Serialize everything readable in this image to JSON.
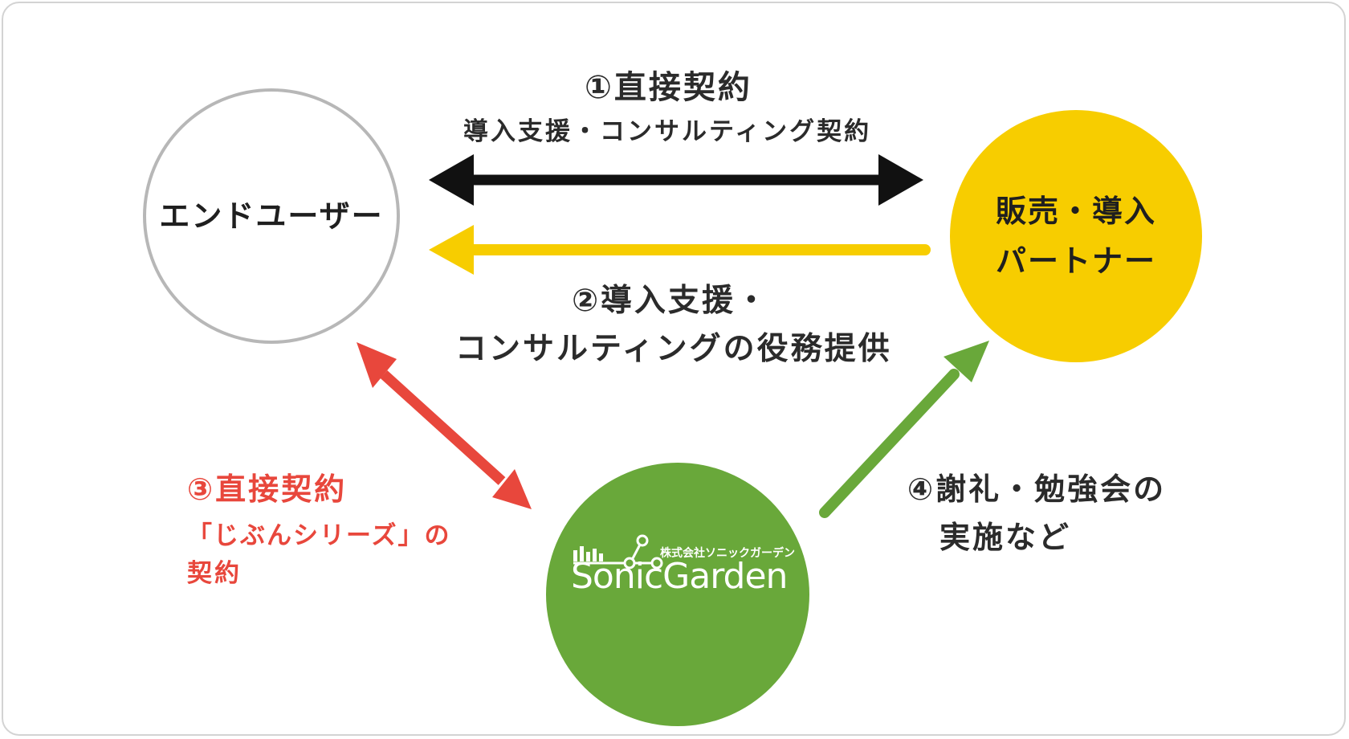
{
  "nodes": {
    "end_user": {
      "label": "エンドユーザー"
    },
    "partner": {
      "line1": "販売・導入",
      "line2": "パートナー"
    },
    "sonicgarden": {
      "company": "株式会社ソニックガーデン",
      "wordmark": "SonicGarden"
    }
  },
  "labels": {
    "contract1_title": "①直接契約",
    "contract1_sub": "導入支援・コンサルティング契約",
    "service2_line1": "②導入支援・",
    "service2_line2": "コンサルティングの役務提供",
    "contract3_title": "③直接契約",
    "contract3_line2": "「じぶんシリーズ」の",
    "contract3_line3": "契約",
    "reward4_line1": "④謝礼・勉強会の",
    "reward4_line2": "実施など"
  },
  "colors": {
    "black_arrow": "#111111",
    "yellow": "#f7cd00",
    "red": "#e8473c",
    "green": "#69a83a",
    "circle_border": "#b7b7b7"
  }
}
